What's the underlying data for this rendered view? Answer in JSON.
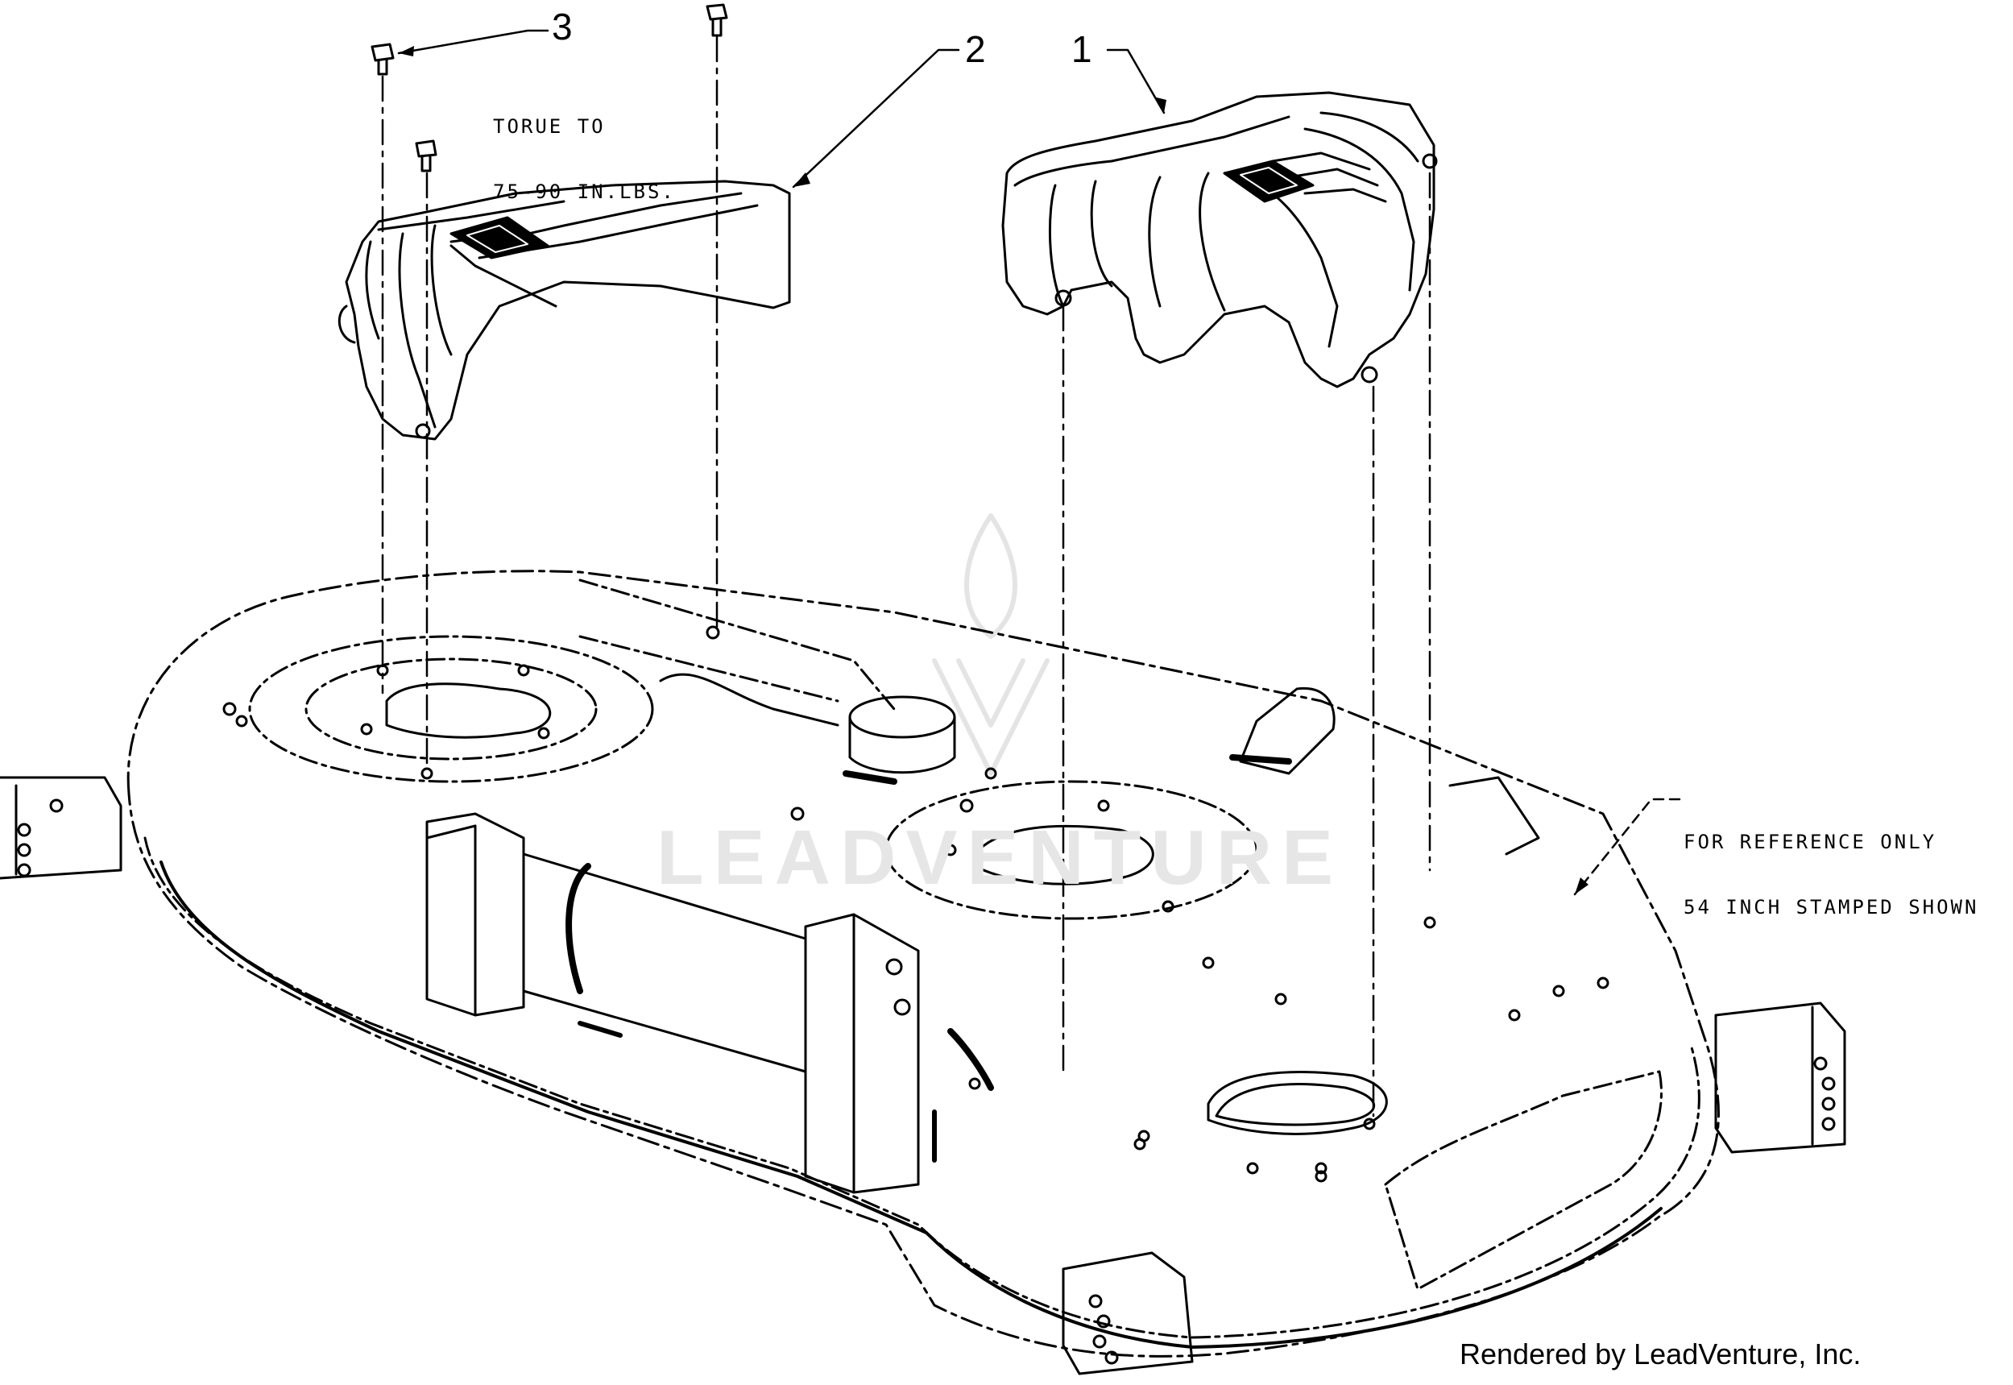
{
  "callouts": {
    "c1": "1",
    "c2": "2",
    "c3": "3"
  },
  "notes": {
    "torque_line1": "TORUE TO",
    "torque_line2": "75-90 IN.LBS.",
    "reference_line1": "FOR REFERENCE ONLY",
    "reference_line2": "54 INCH STAMPED SHOWN"
  },
  "watermark": "LEADVENTURE",
  "credit": "Rendered by LeadVenture, Inc.",
  "colors": {
    "line": "#000000",
    "watermark": "#e6e6e6",
    "background": "#ffffff"
  }
}
